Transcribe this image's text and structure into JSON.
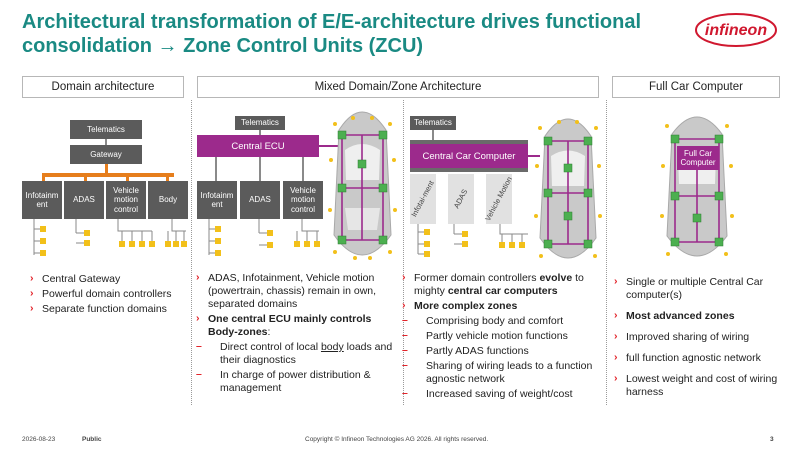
{
  "title": "Architectural transformation of E/E-architecture drives functional consolidation → Zone Control Units (ZCU)",
  "logo": "infineon",
  "columns": {
    "col1": {
      "header": "Domain architecture",
      "telematics": "Telematics",
      "gateway": "Gateway",
      "domains": [
        "Infotainm ent",
        "ADAS",
        "Vehicle motion control",
        "Body"
      ],
      "bullets": [
        "Central Gateway",
        "Powerful domain controllers",
        "Separate function domains"
      ]
    },
    "col2": {
      "header": "Mixed Domain/Zone Architecture",
      "telematics": "Telematics",
      "central_ecu": "Central ECU",
      "domains": [
        "Infotainm ent",
        "ADAS",
        "Vehicle motion control"
      ],
      "b1": "ADAS, Infotainment, Vehicle motion (powertrain, chassis) remain in own, separated domains",
      "b2_prefix": "One central ECU mainly controls Body-zones",
      "b2_suffix": ":",
      "s1_pre": "Direct control of local ",
      "s1_body": "body",
      "s1_post": " loads and their diagnostics",
      "s2": "In charge of power distribution & management"
    },
    "col3": {
      "telematics": "Telematics",
      "ccc": "Central Car Computer",
      "rotated": [
        "Infotai-ment",
        "ADAS",
        "Vehicle Motion"
      ],
      "b1_pre": "Former domain controllers ",
      "b1_bold1": "evolve",
      "b1_mid": " to mighty ",
      "b1_bold2": "central car computers",
      "b2": "More complex zones",
      "subs": [
        "Comprising body and comfort",
        "Partly vehicle motion functions",
        "Partly ADAS functions",
        "Sharing of wiring leads to a function agnostic network",
        "Increased saving of weight/cost"
      ]
    },
    "col4": {
      "header": "Full Car Computer",
      "fcc": "Full Car Computer",
      "bullets": [
        "Single or multiple Central Car computer(s)",
        "Most advanced zones",
        "Improved sharing of wiring",
        "full function agnostic network",
        "Lowest weight and cost of wiring harness"
      ]
    }
  },
  "footer": {
    "date": "2026-08-23",
    "classification": "Public",
    "copyright": "Copyright © Infineon Technologies AG 2026. All rights reserved.",
    "page": "3"
  },
  "colors": {
    "title": "#1a8a83",
    "magenta": "#9c2a8c",
    "orange": "#e67e1c",
    "logo": "#d0182f"
  }
}
